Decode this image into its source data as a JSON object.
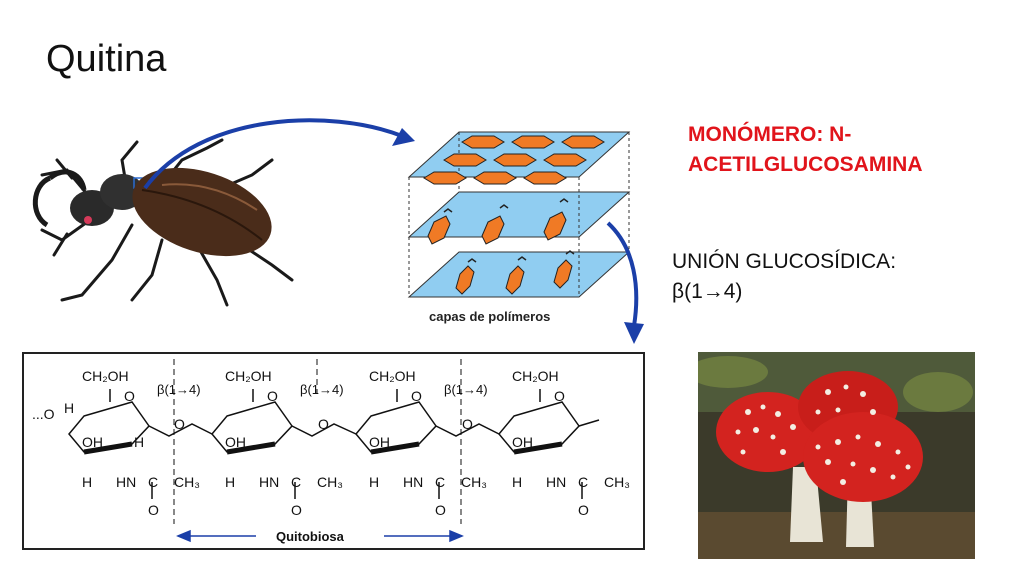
{
  "slide": {
    "title": "Quitina",
    "monomer_label": "MONÓMERO: N-ACETILGLUCOSAMINA",
    "bond_line1": "UNIÓN GLUCOSÍDICA:",
    "bond_line2": "β(1→4)"
  },
  "layers": {
    "caption": "capas de polímeros"
  },
  "chemistry": {
    "bond_label": "β(1→4)",
    "disaccharide_label": "Quitobiosa",
    "ch2oh": "CH₂OH",
    "start": "...O",
    "oh": "OH",
    "o": "O",
    "h": "H",
    "hn": "HN",
    "c": "C",
    "ch3": "CH₃"
  },
  "colors": {
    "title_red": "#e1141b",
    "arrow_blue": "#1b3fa8",
    "layer_blue": "#7cc4ee",
    "polymer_orange": "#f07a25",
    "beetle_brown": "#4a2c1a",
    "mushroom_red": "#d3231f"
  }
}
